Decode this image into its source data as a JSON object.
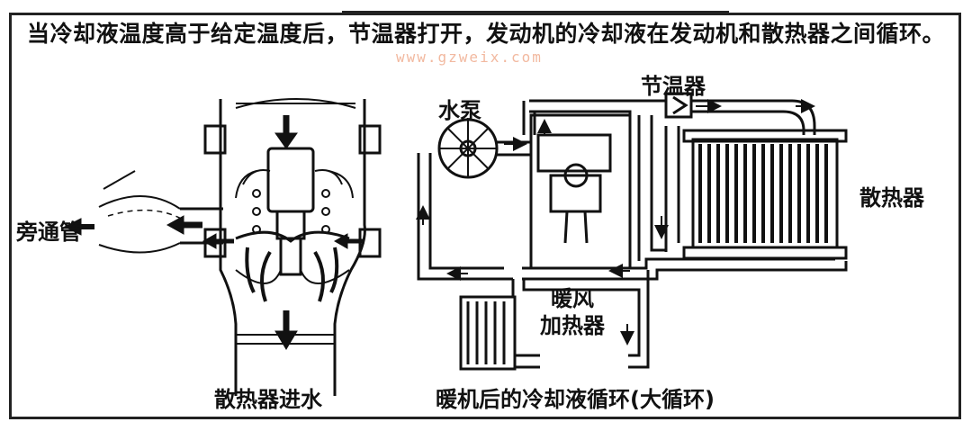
{
  "caption": "当冷却液温度高于给定温度后，节温器打开，发动机的冷却液在发动机和散热器之间循环。",
  "watermark": "www.gzweix.com",
  "labels": {
    "bypass_pipe": "旁通管",
    "radiator_inlet": "散热器进水",
    "water_pump": "水泵",
    "thermostat": "节温器",
    "radiator": "散热器",
    "heater_line1": "暖风",
    "heater_line2": "加热器",
    "circuit_title": "暖机后的冷却液循环(大循环)"
  }
}
